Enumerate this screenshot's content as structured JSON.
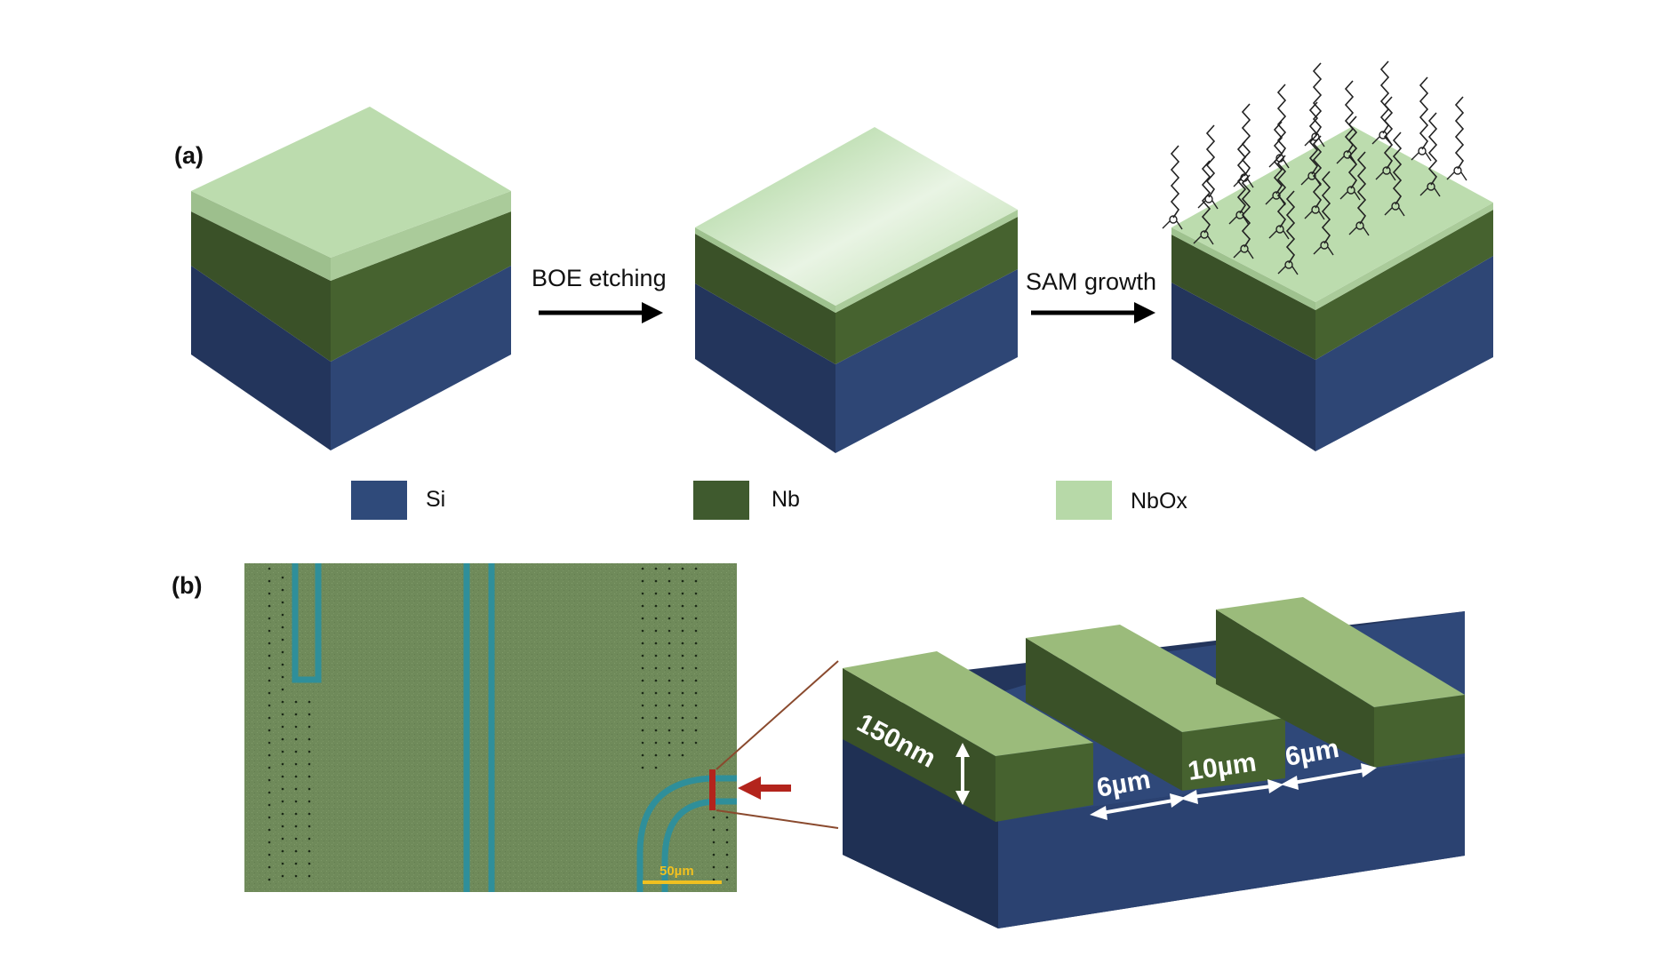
{
  "panels": {
    "a": "(a)",
    "b": "(b)"
  },
  "steps": {
    "etch": "BOE etching",
    "sam": "SAM growth"
  },
  "legend": [
    {
      "label": "Si",
      "color": "#2f4a7a"
    },
    {
      "label": "Nb",
      "color": "#3f5a2e"
    },
    {
      "label": "NbOx",
      "color": "#b7d9a8"
    }
  ],
  "micrograph": {
    "scale_bar": "50µm"
  },
  "dimensions": {
    "thickness": "150nm",
    "gap_left": "6µm",
    "line_width": "10µm",
    "gap_right": "6µm"
  },
  "colors": {
    "si_top": "#33507f",
    "si_left": "#23355c",
    "si_right": "#2e4675",
    "nb_left": "#3a5128",
    "nb_right": "#46622f",
    "nbox_top": "#bcdcae",
    "nbox_side": "#9fc28f",
    "micro_bg": "#6f8a5a",
    "guide": "#2f8f9a",
    "arrow_red": "#b3241c"
  }
}
